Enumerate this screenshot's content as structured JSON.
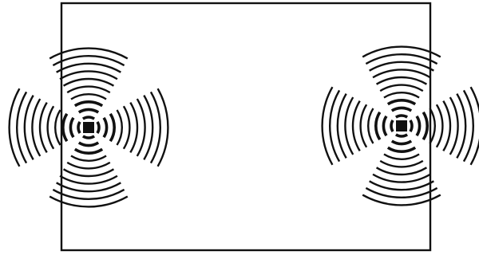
{
  "diagram": {
    "elements": [
      {
        "name": "frame",
        "shape": "rectangle",
        "stroke": "#111111"
      },
      {
        "name": "source-left",
        "shape": "square",
        "fill": "#111111"
      },
      {
        "name": "source-right",
        "shape": "square",
        "fill": "#111111"
      }
    ],
    "waves": {
      "rings_per_lobe": 10,
      "lobes_per_source": 4,
      "lobe_directions": [
        "up",
        "right",
        "down",
        "left"
      ],
      "stroke": "#111111"
    },
    "text_labels": []
  }
}
